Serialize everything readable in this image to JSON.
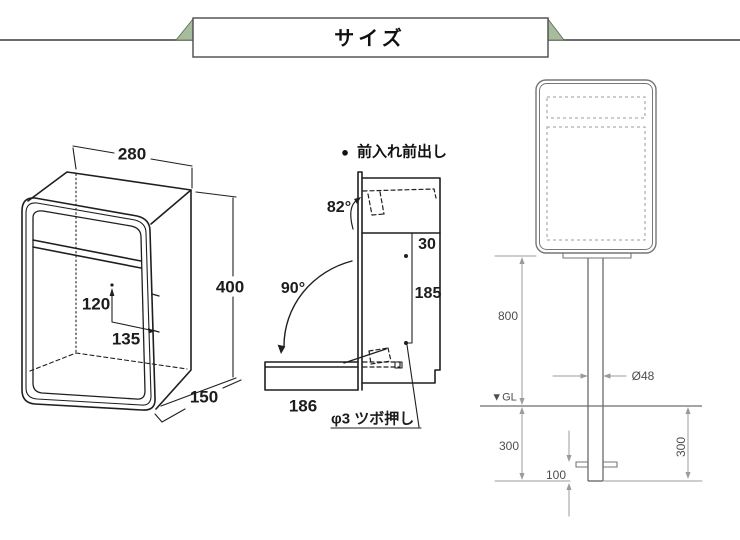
{
  "banner": {
    "title": "サイズ"
  },
  "colors": {
    "accent_green": "#a7bb9d",
    "line_dark": "#1f1f1f",
    "line_gray": "#767676",
    "dim_gray": "#9b9b9b"
  },
  "iso_view": {
    "width": "280",
    "height": "400",
    "depth": "150",
    "lock_offset_v": "120",
    "lock_offset_h": "135"
  },
  "side_view": {
    "bullet": "●",
    "heading": "前入れ前出し",
    "top_angle": "82°",
    "door_angle": "90°",
    "slot_offset": "30",
    "push_span": "185",
    "door_depth": "186",
    "push_note": "φ3 ツボ押し"
  },
  "front_view": {
    "pole_height": "800",
    "pole_diameter": "Ø48",
    "ground_label": "▼GL",
    "embed_left": "300",
    "anchor_offset": "100",
    "embed_right": "300"
  }
}
